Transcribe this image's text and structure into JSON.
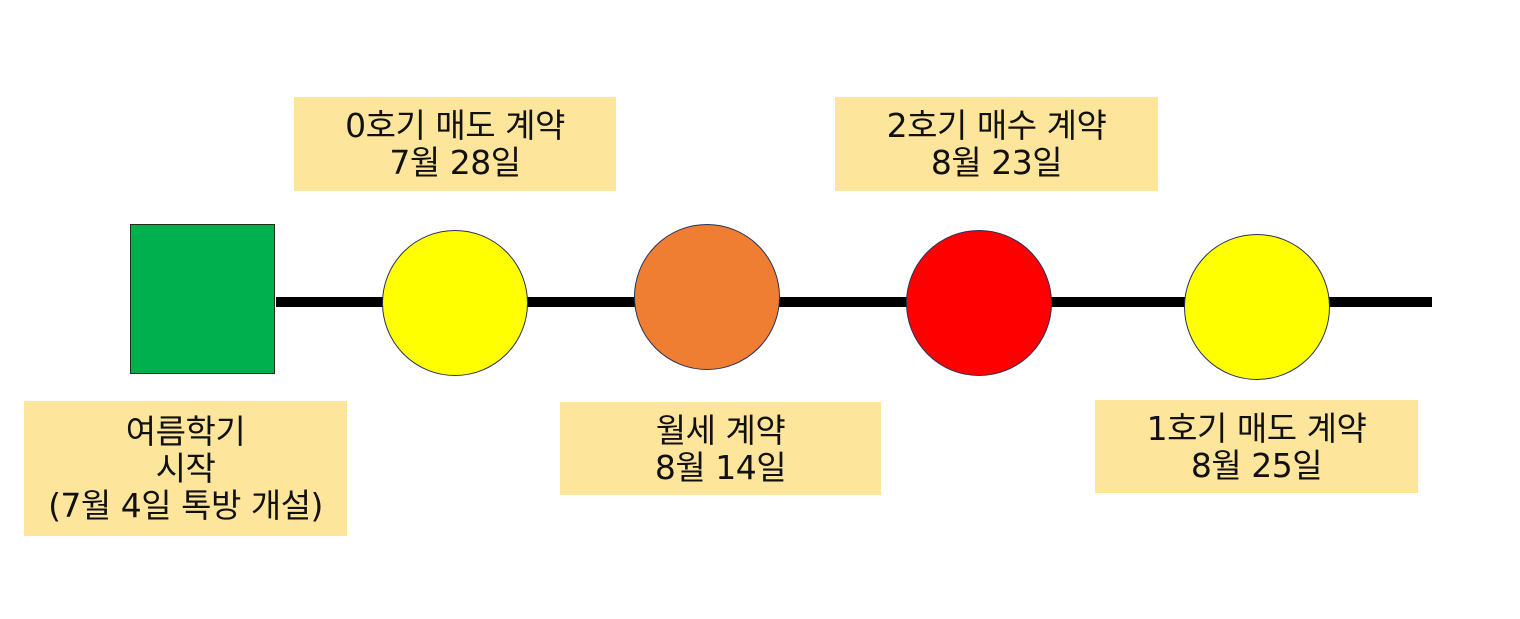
{
  "colors": {
    "line": "#000000",
    "label_background": "#fde59b",
    "green": "#00b04f",
    "yellow": "#ffff00",
    "orange": "#ef7e32",
    "red": "#ff0000"
  },
  "timeline": {
    "start": {
      "shape": "square",
      "color": "#00b04f",
      "label_lines": [
        "여름학기",
        "시작",
        "(7월 4일 톡방 개설)"
      ]
    },
    "events": [
      {
        "shape": "circle",
        "color": "#ffff00",
        "label_lines": [
          "0호기 매도 계약",
          "7월 28일"
        ]
      },
      {
        "shape": "circle",
        "color": "#ef7e32",
        "label_lines": [
          "월세 계약",
          "8월 14일"
        ]
      },
      {
        "shape": "circle",
        "color": "#ff0000",
        "label_lines": [
          "2호기 매수 계약",
          "8월 23일"
        ]
      },
      {
        "shape": "circle",
        "color": "#ffff00",
        "label_lines": [
          "1호기 매도 계약",
          "8월 25일"
        ]
      }
    ]
  }
}
